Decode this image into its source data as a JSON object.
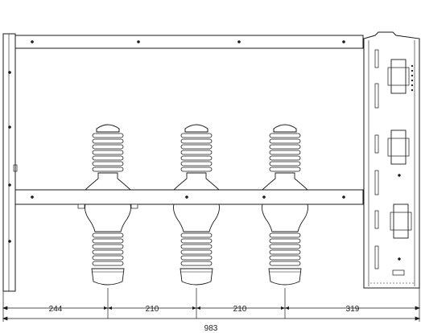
{
  "dimensions": {
    "segments": [
      {
        "id": "seg-1",
        "label": "244"
      },
      {
        "id": "seg-2",
        "label": "210"
      },
      {
        "id": "seg-3",
        "label": "210"
      },
      {
        "id": "seg-4",
        "label": "319"
      }
    ],
    "total": "983"
  },
  "insulator_count": 3,
  "colors": {
    "stroke": "#1a1a1a",
    "fill": "#ffffff"
  }
}
